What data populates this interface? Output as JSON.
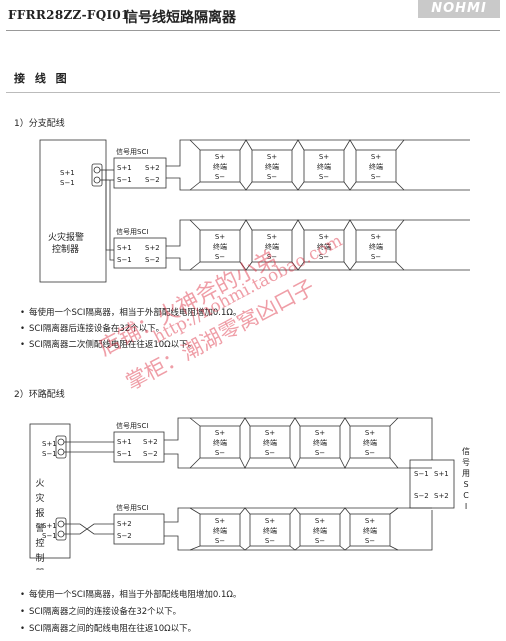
{
  "header": {
    "model": "FFRR28ZZ-FQI01",
    "title": "信号线短路隔离器",
    "logo": "NOHMI"
  },
  "section_title": "接 线 图",
  "branch": {
    "heading": "1）分支配线",
    "panel_label_line1": "火灾报警",
    "panel_label_line2": "控制器",
    "panel_s_plus": "S+1",
    "panel_s_minus": "S−1",
    "sci_label": "信号用SCI",
    "sci_in_plus": "S+1",
    "sci_in_minus": "S−1",
    "sci_out_plus": "S+2",
    "sci_out_minus": "S−2",
    "terminal_top": "S+",
    "terminal_mid": "终端",
    "terminal_bottom": "S−",
    "notes": [
      "每使用一个SCI隔离器，相当于外部配线电阻增加0.1Ω。",
      "SCI隔离器后连接设备在32个以下。",
      "SCI隔离器二次侧配线电阻在往返10Ω以下。"
    ]
  },
  "loop": {
    "heading": "2）环路配线",
    "panel_label": "火灾报警控制器",
    "panel_s_plus": "S+1",
    "panel_s_minus": "S−1",
    "sci_label": "信号用SCI",
    "sci_in_plus": "S+1",
    "sci_in_minus": "S−1",
    "sci_out_plus": "S+2",
    "sci_out_minus": "S−2",
    "right_s1_minus": "S−1",
    "right_s1_plus": "S+1",
    "right_s2_minus": "S−2",
    "right_s2_plus": "S+2",
    "right_label": "信号用SCI",
    "terminal_top": "S+",
    "terminal_mid": "终端",
    "terminal_bottom": "S−",
    "notes": [
      "每使用一个SCI隔离器，相当于外部配线电阻增加0.1Ω。",
      "SCI隔离器之间的连接设备在32个以下。",
      "SCI隔离器之间的配线电阻在往返10Ω以下。"
    ]
  },
  "watermark": {
    "line1": "店铺：火神斧的小弟",
    "line2": "http://nohmi.taobao.com",
    "line3": "掌柜：潮湖零窝凶口子"
  },
  "colors": {
    "line": "#333333",
    "watermark": "#dc283c",
    "logo_bg": "#c9c9c9"
  }
}
